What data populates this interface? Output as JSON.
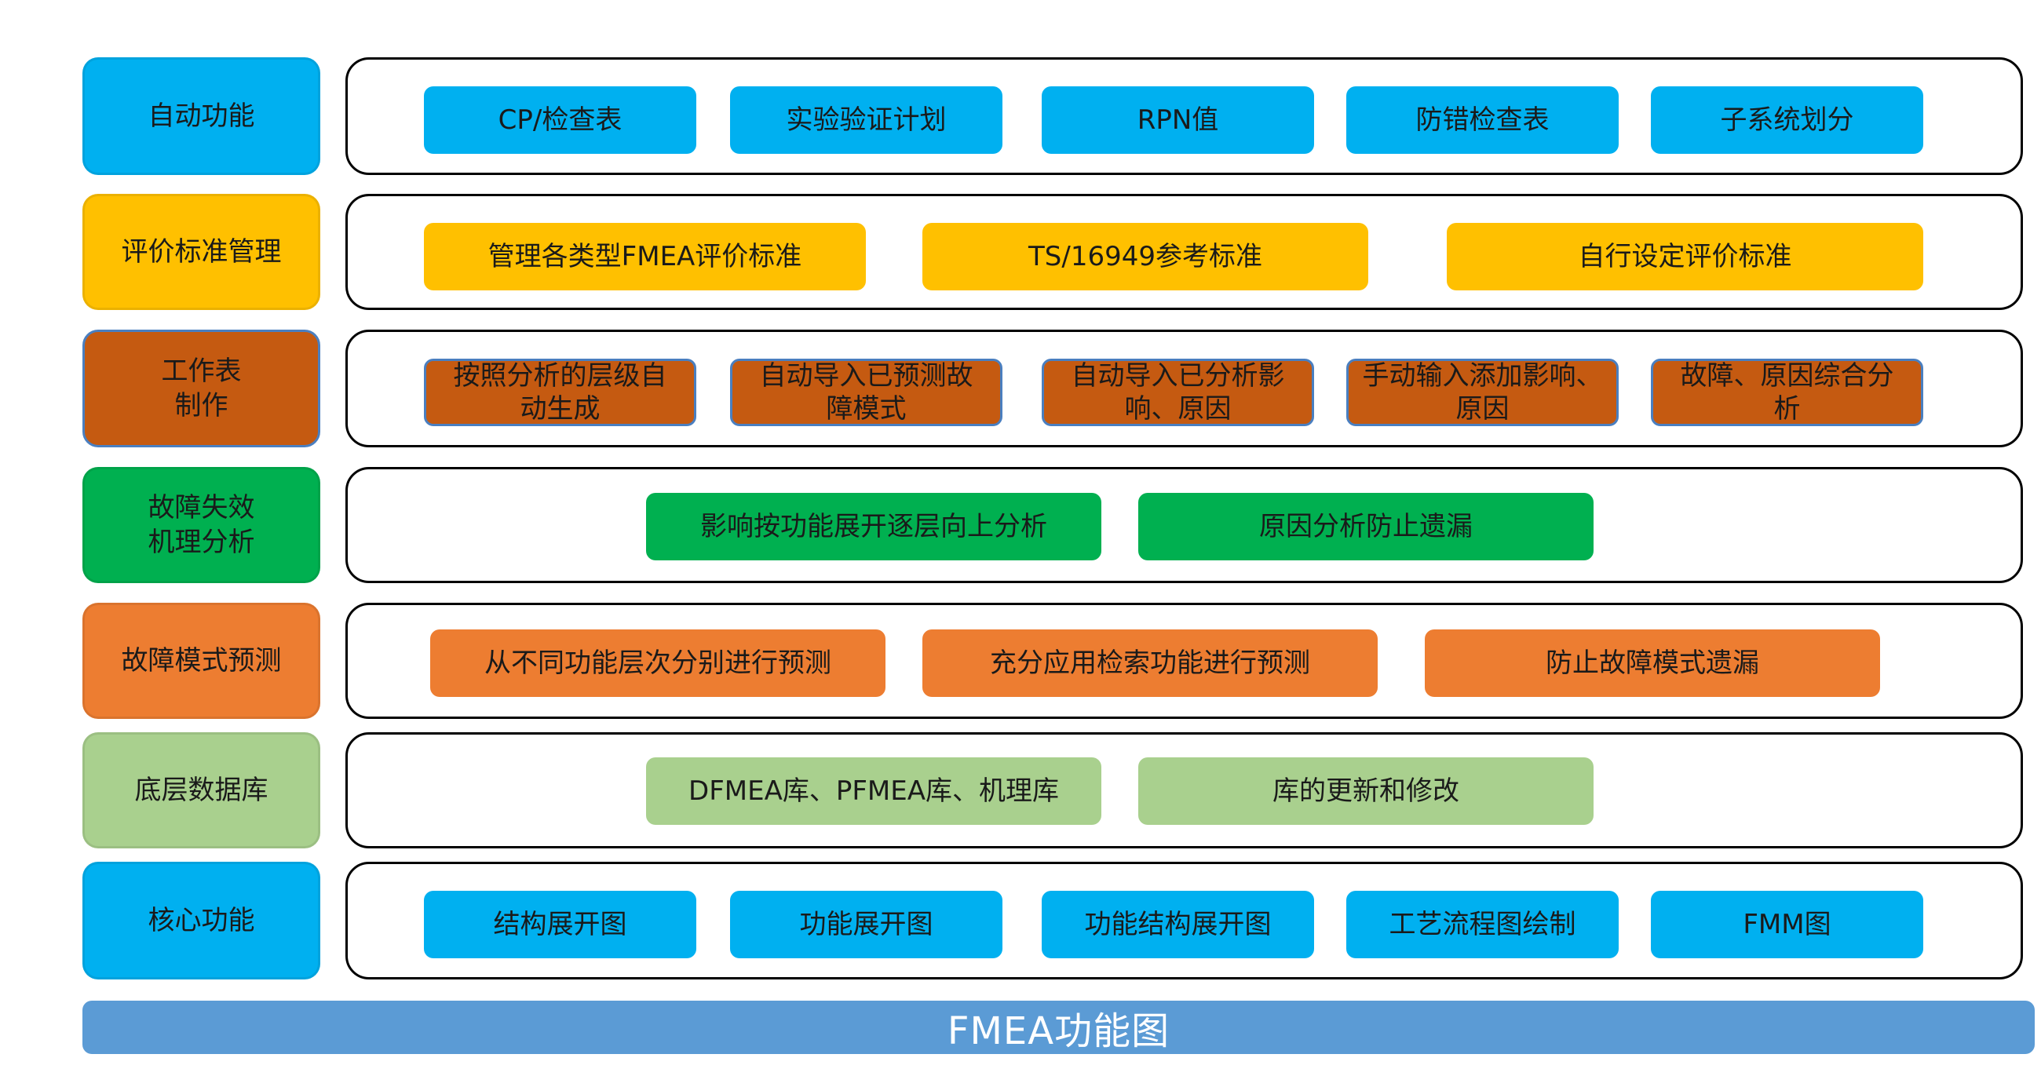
{
  "colors": {
    "blue": "#00b0f0",
    "gold": "#ffc000",
    "brown": "#c55a11",
    "green": "#00b050",
    "orange": "#ed7d31",
    "light_green": "#a9d08e",
    "footer": "#5b9bd5"
  },
  "rows": [
    {
      "label": "自动功能",
      "color": "blue",
      "items": [
        "CP/检查表",
        "实验验证计划",
        "RPN值",
        "防错检查表",
        "子系统划分"
      ]
    },
    {
      "label": "评价标准管理",
      "color": "gold",
      "items": [
        "管理各类型FMEA评价标准",
        "TS/16949参考标准",
        "自行设定评价标准"
      ]
    },
    {
      "label": "工作表\n制作",
      "color": "brown",
      "items": [
        "按照分析的层级自\n动生成",
        "自动导入已预测故\n障模式",
        "自动导入已分析影\n响、原因",
        "手动输入添加影响、\n原因",
        "故障、原因综合分\n析"
      ]
    },
    {
      "label": "故障失效\n机理分析",
      "color": "green",
      "items": [
        "影响按功能展开逐层向上分析",
        "原因分析防止遗漏"
      ]
    },
    {
      "label": "故障模式预测",
      "color": "orange",
      "items": [
        "从不同功能层次分别进行预测",
        "充分应用检索功能进行预测",
        "防止故障模式遗漏"
      ]
    },
    {
      "label": "底层数据库",
      "color": "light_green",
      "items": [
        "DFMEA库、PFMEA库、机理库",
        "库的更新和修改"
      ]
    },
    {
      "label": "核心功能",
      "color": "blue",
      "items": [
        "结构展开图",
        "功能展开图",
        "功能结构展开图",
        "工艺流程图绘制",
        "FMM图"
      ]
    }
  ],
  "footer": {
    "title": "FMEA功能图"
  }
}
